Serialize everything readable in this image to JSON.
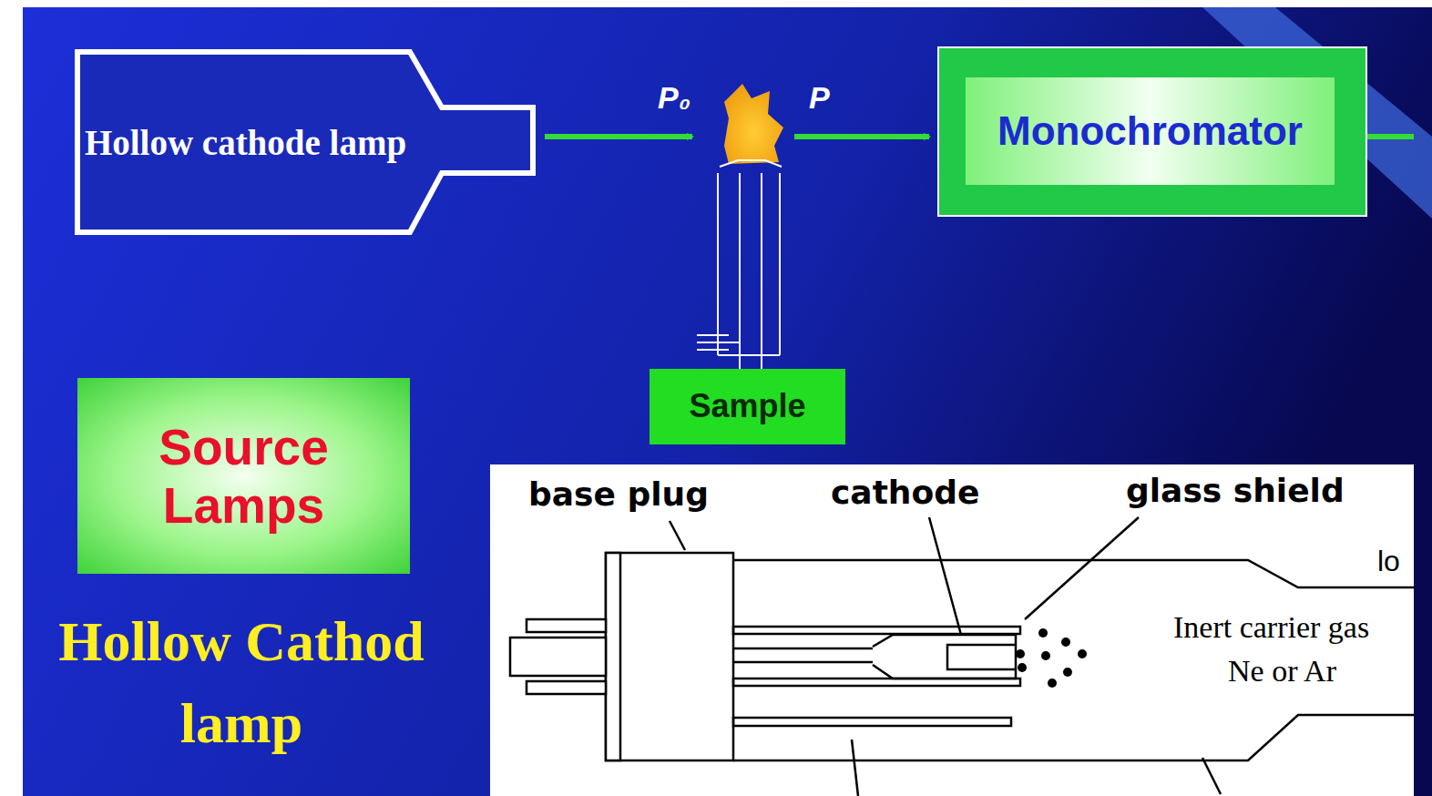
{
  "diagram": {
    "title": "Hollow Cathod lamp",
    "nodes": [
      {
        "text": [
          "Hollow cathode lamp"
        ]
      },
      {
        "text": [
          "Monochromator"
        ]
      },
      {
        "text": [
          "Sample"
        ]
      },
      {
        "text": [
          "Source Lamps"
        ]
      }
    ],
    "labels": [
      "P₀",
      "P",
      "base plug",
      "cathode",
      "glass shield",
      "lo",
      "Inert carrier gas",
      "Ne or Ar"
    ]
  }
}
